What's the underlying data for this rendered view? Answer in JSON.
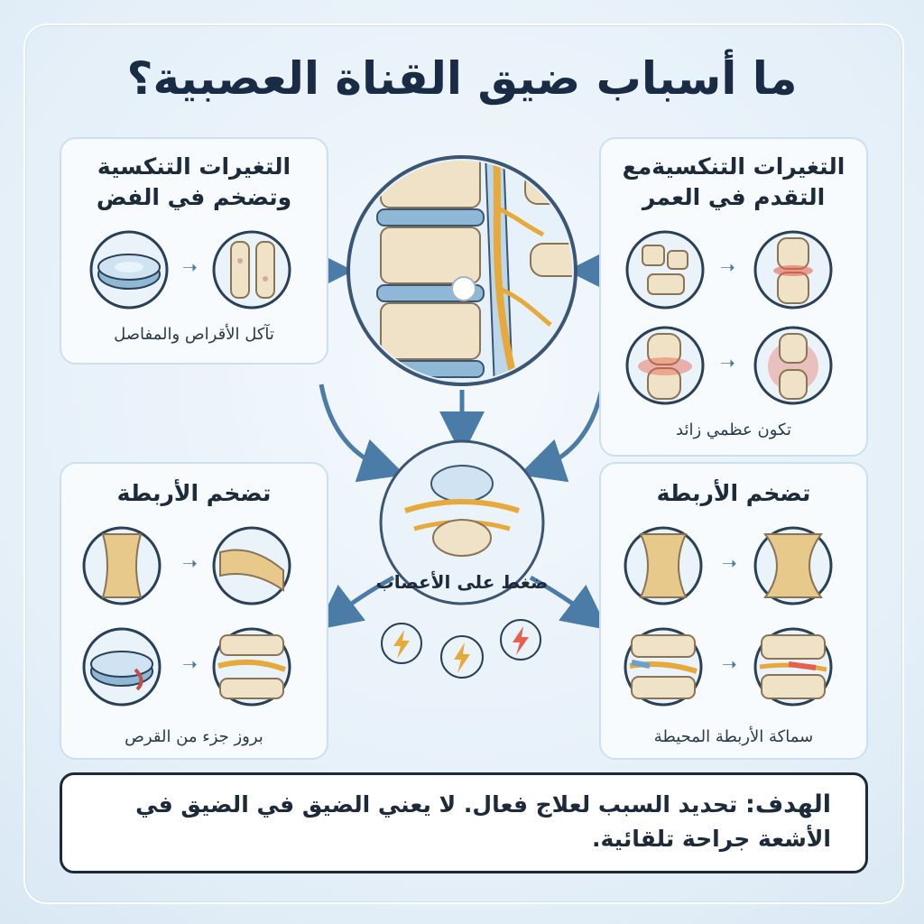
{
  "title": "ما أسباب ضيق القناة العصبية؟",
  "panels": {
    "top_left": {
      "title": "التغيرات التنكسية وتضخم في الفض",
      "caption": "تآكل الأقراص والمفاصل"
    },
    "top_right": {
      "title": "التغيرات التنكسيةمع التقدم في العمر",
      "caption": "تكون عظمي زائد"
    },
    "bottom_left": {
      "title": "تضخم الأربطة",
      "caption": "بروز جزء من القرص"
    },
    "bottom_right": {
      "title": "تضخم الأربطة",
      "caption": "سماكة الأربطة المحيطة"
    }
  },
  "center": {
    "label": "ضغط على الأعصاب"
  },
  "goal": {
    "label": "الهدف:",
    "text": "تحديد السبب لعلاج فعال. لا يعني الضيق في الضيق في الأشعة جراحة تلقائية."
  },
  "colors": {
    "accent": "#4b7ca8",
    "bone": "#efe2c6",
    "nerve": "#e6a93a",
    "inflamed": "#e8604c"
  }
}
